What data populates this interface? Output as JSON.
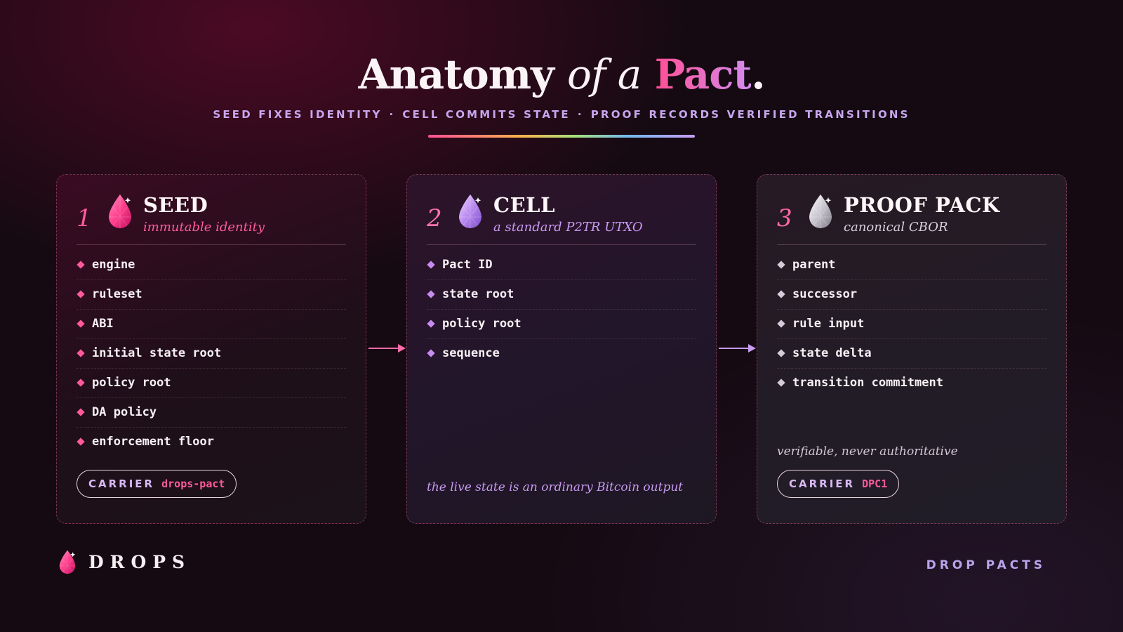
{
  "header": {
    "title_part1": "Anatomy ",
    "title_italic": "of a",
    "title_accent": "Pact",
    "title_end": ".",
    "subtitle_items": [
      "SEED FIXES IDENTITY",
      "CELL COMMITS STATE",
      "PROOF RECORDS VERIFIED TRANSITIONS"
    ],
    "subtitle_separator": "·"
  },
  "cards": [
    {
      "number": "1",
      "name": "SEED",
      "subtitle": "immutable identity",
      "icon": "pink-drop-icon",
      "fields": [
        "engine",
        "ruleset",
        "ABI",
        "initial state root",
        "policy root",
        "DA policy",
        "enforcement floor"
      ],
      "carrier_label": "CARRIER",
      "carrier_value": "drops-pact"
    },
    {
      "number": "2",
      "name": "CELL",
      "subtitle": "a standard P2TR UTXO",
      "icon": "violet-drop-icon",
      "fields": [
        "Pact ID",
        "state root",
        "policy root",
        "sequence"
      ],
      "note": "the live state is an ordinary Bitcoin output"
    },
    {
      "number": "3",
      "name": "PROOF PACK",
      "subtitle": "canonical CBOR",
      "icon": "silver-drop-icon",
      "fields": [
        "parent",
        "successor",
        "rule input",
        "state delta",
        "transition commitment"
      ],
      "note": "verifiable, never authoritative",
      "carrier_label": "CARRIER",
      "carrier_value": "DPC1"
    }
  ],
  "footer": {
    "brand": "DROPS",
    "tagline": "DROP PACTS"
  },
  "colors": {
    "background": "#150a12",
    "accent_pink": "#ff5a9b",
    "accent_violet": "#c99af2",
    "silver": "#d5ccd9",
    "text": "#f7f0f4"
  }
}
